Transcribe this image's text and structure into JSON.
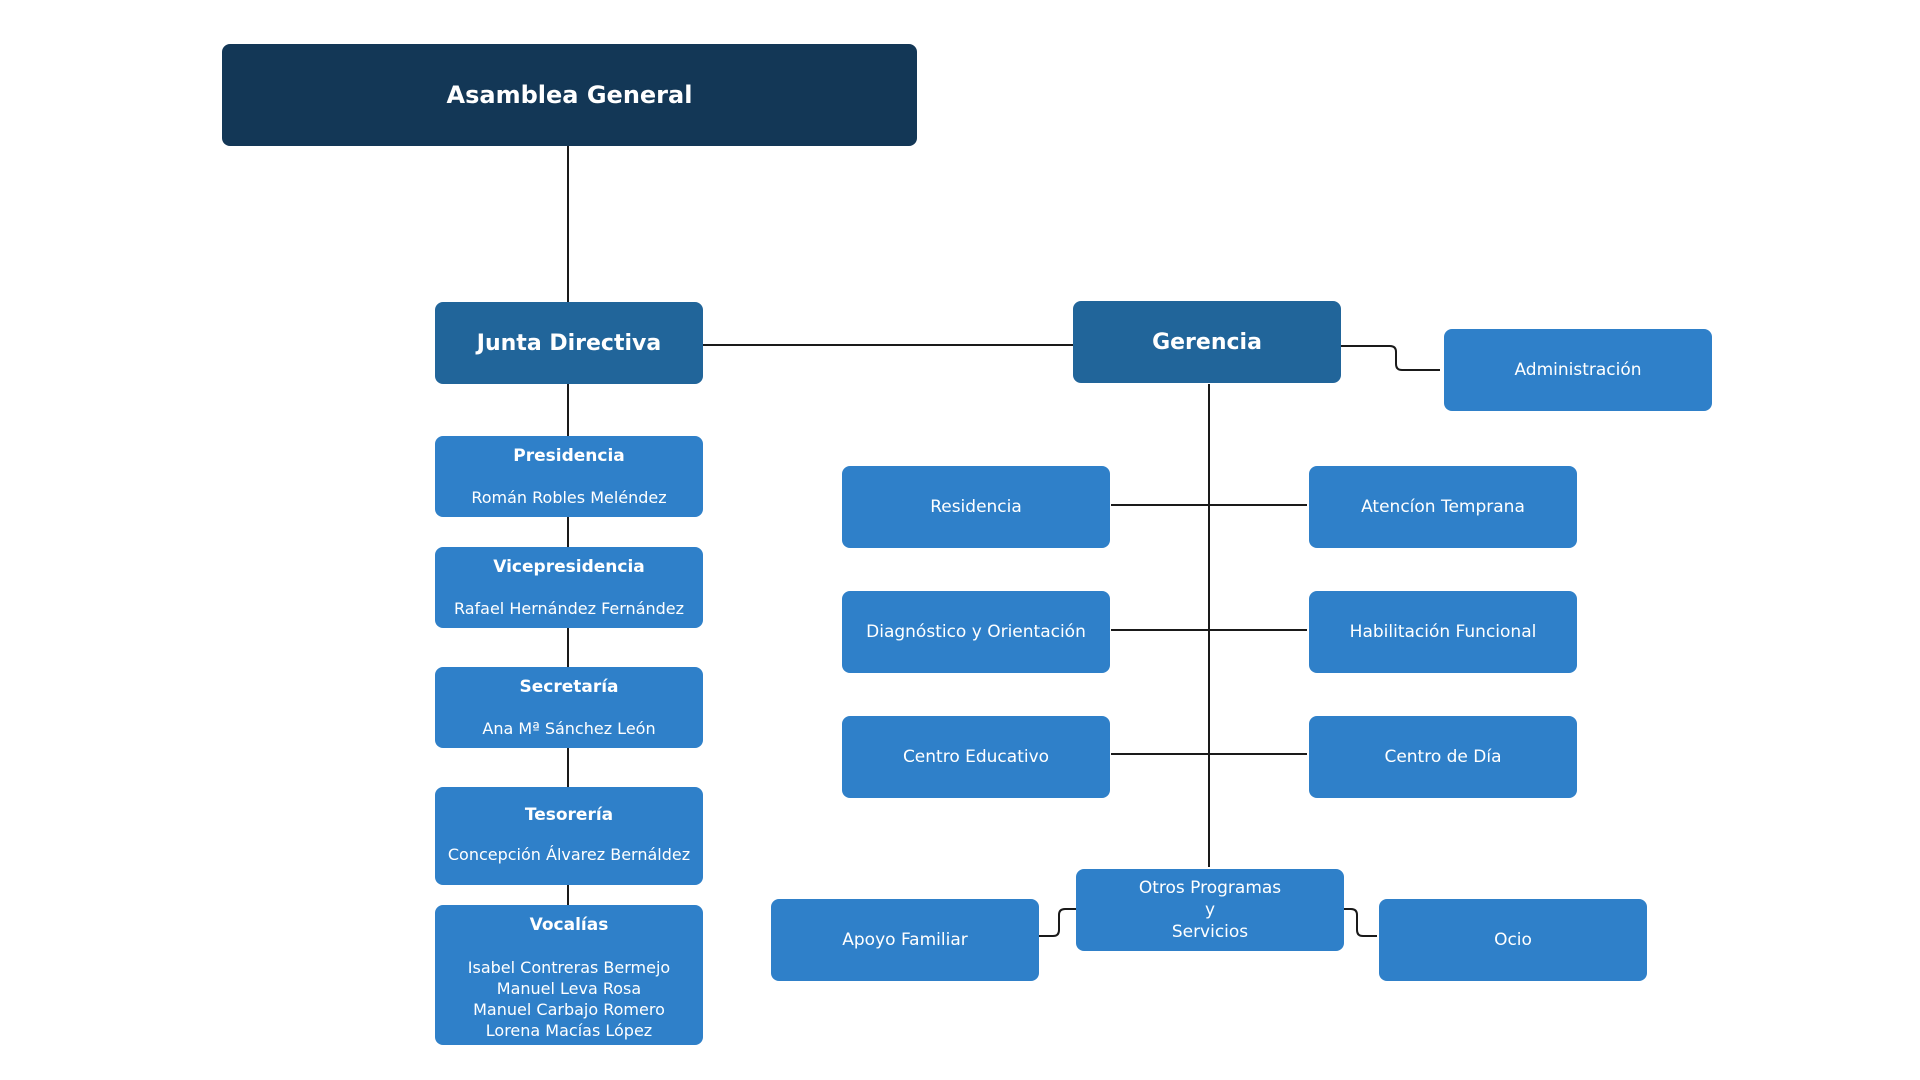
{
  "asamblea": "Asamblea General",
  "junta": "Junta Directiva",
  "gerencia": "Gerencia",
  "administracion": "Administración",
  "board": {
    "presidencia": {
      "role": "Presidencia",
      "name": "Román Robles Meléndez"
    },
    "vicepresidencia": {
      "role": "Vicepresidencia",
      "name": "Rafael Hernández Fernández"
    },
    "secretaria": {
      "role": "Secretaría",
      "name": "Ana Mª Sánchez León"
    },
    "tesoreria": {
      "role": "Tesorería",
      "name": "Concepción Álvarez Bernáldez"
    },
    "vocalias": {
      "role": "Vocalías",
      "names": [
        "Isabel Contreras Bermejo",
        "Manuel Leva Rosa",
        "Manuel Carbajo Romero",
        "Lorena Macías López"
      ]
    }
  },
  "services": {
    "residencia": "Residencia",
    "atencion_temprana": "Atencíon Temprana",
    "diagnostico": "Diagnóstico y Orientación",
    "habilitacion": "Habilitación Funcional",
    "centro_educativo": "Centro Educativo",
    "centro_dia": "Centro de Día"
  },
  "otros": {
    "lines": [
      "Otros Programas",
      "y",
      "Servicios"
    ]
  },
  "apoyo_familiar": "Apoyo Familiar",
  "ocio": "Ocio"
}
